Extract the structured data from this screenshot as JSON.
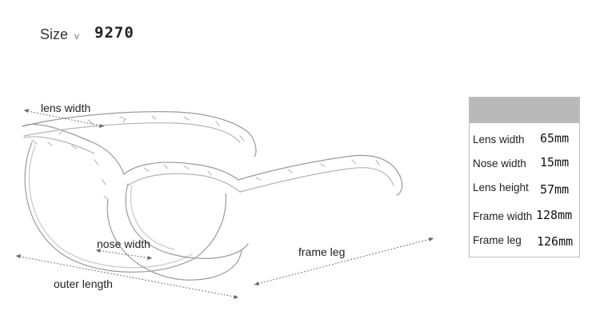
{
  "header": {
    "size_label": "Size",
    "chevron": "v",
    "model_number": "9270"
  },
  "illustration": {
    "icon": "sunglasses-sketch",
    "labels": {
      "lens_width": "lens width",
      "nose_width": "nose width",
      "outer_length": "outer length",
      "frame_leg": "frame leg"
    }
  },
  "specs": {
    "header_color": "#b9b9b9",
    "rows": [
      {
        "name": "Lens width",
        "value": "65mm"
      },
      {
        "name": "Nose width",
        "value": "15mm"
      },
      {
        "name": "Lens height",
        "value": "57mm"
      },
      {
        "name": "Frame width",
        "value": "128mm"
      },
      {
        "name": "Frame leg",
        "value": "126mm"
      }
    ]
  }
}
